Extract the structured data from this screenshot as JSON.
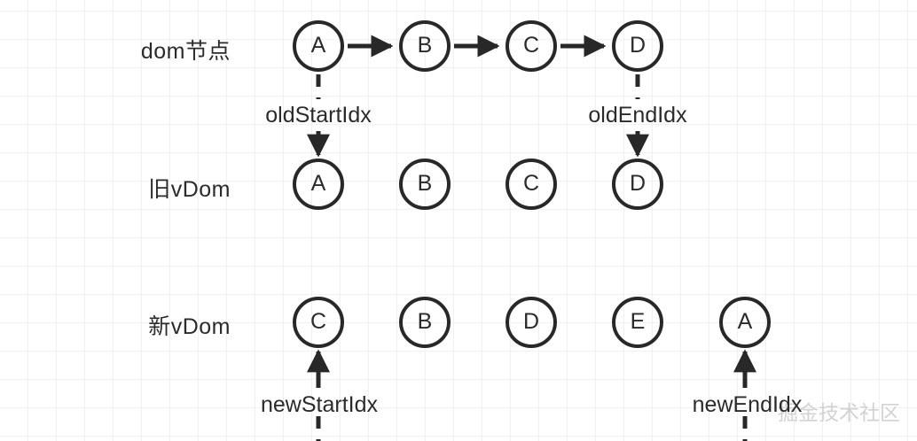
{
  "diagram": {
    "title": "vdom-diff-double-end-pointer",
    "grid": {
      "cell": 32,
      "line_color": "#f1f1f1"
    },
    "stroke_color": "#282828",
    "text_color": "#2b2b2b",
    "rows": [
      {
        "id": "dom",
        "label": "dom节点",
        "nodes": [
          "A",
          "B",
          "C",
          "D"
        ],
        "connector": "solid-arrow"
      },
      {
        "id": "old-vdom",
        "label": "旧vDom",
        "nodes": [
          "A",
          "B",
          "C",
          "D"
        ],
        "connector": "none"
      },
      {
        "id": "new-vdom",
        "label": "新vDom",
        "nodes": [
          "C",
          "B",
          "D",
          "E",
          "A"
        ],
        "connector": "none"
      }
    ],
    "pointers": [
      {
        "id": "old-start-idx",
        "label": "oldStartIdx",
        "direction": "down",
        "target_node": "A"
      },
      {
        "id": "old-end-idx",
        "label": "oldEndIdx",
        "direction": "down",
        "target_node": "D"
      },
      {
        "id": "new-start-idx",
        "label": "newStartIdx",
        "direction": "up",
        "target_node": "C"
      },
      {
        "id": "new-end-idx",
        "label": "newEndIdx",
        "direction": "up",
        "target_node": "A"
      }
    ],
    "watermark": "掘金技术社区"
  }
}
